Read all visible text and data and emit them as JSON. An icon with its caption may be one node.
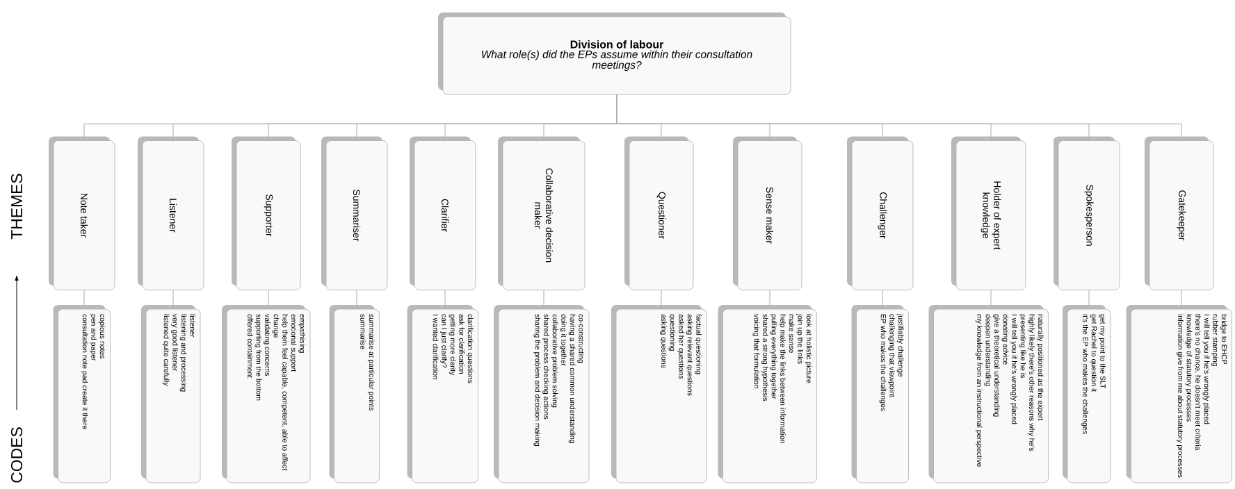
{
  "diagram": {
    "nodes": [
      {
        "text": [
          "Division of labour",
          "What role(s) did the EPs assume within their consultation meetings?"
        ]
      },
      {
        "text": [
          "Note taker"
        ]
      },
      {
        "text": [
          "Listener"
        ]
      },
      {
        "text": [
          "Supporter"
        ]
      },
      {
        "text": [
          "Summariser"
        ]
      },
      {
        "text": [
          "Clarifier"
        ]
      },
      {
        "text": [
          "Collaborative decision maker"
        ]
      },
      {
        "text": [
          "Questioner"
        ]
      },
      {
        "text": [
          "Sense maker"
        ]
      },
      {
        "text": [
          "Challenger"
        ]
      },
      {
        "text": [
          "Holder of expert knowledge"
        ]
      },
      {
        "text": [
          "Spokesperson"
        ]
      },
      {
        "text": [
          "Gatekeeper"
        ]
      },
      {
        "text": [
          "copious notes",
          "pen and paper",
          "consultation note pad create it there"
        ]
      },
      {
        "text": [
          "listener",
          "listening and processing",
          "very good listener",
          "listened quite carefully"
        ]
      },
      {
        "text": [
          "empathising",
          "emotional support",
          "help them feel capable, competent, able to affect change",
          "validating concerns",
          "supporting from the bottom",
          "offered containment"
        ]
      },
      {
        "text": [
          "summarise at particular points",
          "summarise"
        ]
      },
      {
        "text": [
          "clarification questions",
          "ask for clarification",
          "getting more clarity",
          "can I just clarify?",
          "I wanted clarification"
        ]
      },
      {
        "text": [
          "co-constructing",
          "having a shared common understanding",
          "doing it together",
          "collaborative problem solving",
          "shared process checking actions",
          "sharing the problem and decision making"
        ]
      },
      {
        "text": [
          "factual questioning",
          "asking relevant questions",
          "asked her questions",
          "questioning",
          "asking questions"
        ]
      },
      {
        "text": [
          "look at holistic picture",
          "join up the links",
          "make sense",
          "help make the links between information",
          "pulling everything together",
          "shared a strong hypothesis",
          "voicing that formulation"
        ]
      },
      {
        "text": [
          "justifiably challenge",
          "challenging that viewpoint",
          "EP who makes the challenges"
        ]
      },
      {
        "text": [
          "naturally positioned as the expert",
          "highly likely there's other reasons why he's presenting like he is",
          "I will tell you if he's wrongly placed",
          "donating advice",
          "give a theoretical understanding",
          "deepen understanding",
          "my knowledge from an instructional perspective"
        ]
      },
      {
        "text": [
          "get my point to the SLT",
          "get Rachel to question it",
          "it's the EP who makes the challenges"
        ]
      },
      {
        "text": [
          "bridge to EHCP",
          "rubber stamping",
          "I will tell you if he's wrongly placed",
          "there's no chance, he doesn't meet criteria",
          "knowledge of statutory processes",
          "information give from me about statutory processes"
        ]
      }
    ],
    "edges": [
      {
        "from": 0,
        "to": 1,
        "arrow": "none"
      },
      {
        "from": 0,
        "to": 2,
        "arrow": "none"
      },
      {
        "from": 0,
        "to": 3,
        "arrow": "none"
      },
      {
        "from": 0,
        "to": 4,
        "arrow": "none"
      },
      {
        "from": 0,
        "to": 5,
        "arrow": "none"
      },
      {
        "from": 0,
        "to": 6,
        "arrow": "none"
      },
      {
        "from": 0,
        "to": 7,
        "arrow": "none"
      },
      {
        "from": 0,
        "to": 8,
        "arrow": "none"
      },
      {
        "from": 0,
        "to": 9,
        "arrow": "none"
      },
      {
        "from": 0,
        "to": 10,
        "arrow": "none"
      },
      {
        "from": 0,
        "to": 11,
        "arrow": "none"
      },
      {
        "from": 0,
        "to": 12,
        "arrow": "none"
      },
      {
        "from": 1,
        "to": 13,
        "arrow": "none"
      },
      {
        "from": 2,
        "to": 14,
        "arrow": "none"
      },
      {
        "from": 3,
        "to": 15,
        "arrow": "none"
      },
      {
        "from": 4,
        "to": 16,
        "arrow": "none"
      },
      {
        "from": 5,
        "to": 17,
        "arrow": "none"
      },
      {
        "from": 6,
        "to": 18,
        "arrow": "none"
      },
      {
        "from": 7,
        "to": 19,
        "arrow": "none"
      },
      {
        "from": 8,
        "to": 20,
        "arrow": "none"
      },
      {
        "from": 9,
        "to": 21,
        "arrow": "none"
      },
      {
        "from": 10,
        "to": 22,
        "arrow": "none"
      },
      {
        "from": 11,
        "to": 23,
        "arrow": "none"
      },
      {
        "from": 12,
        "to": 24,
        "arrow": "none"
      }
    ],
    "labels": [
      "THEMES",
      "CODES"
    ]
  }
}
